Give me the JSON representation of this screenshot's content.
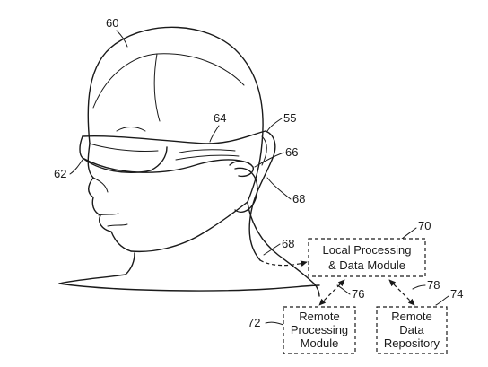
{
  "refs": {
    "head": "60",
    "band": "64",
    "lens": "62",
    "cable_top": "55",
    "earpiece": "66",
    "cable_a": "68",
    "cable_b": "68",
    "local_module": "70",
    "link_remote_processing": "76",
    "link_remote_data": "78",
    "remote_processing": "72",
    "remote_data": "74"
  },
  "boxes": {
    "local": [
      "Local Processing",
      "& Data Module"
    ],
    "remote_processing": [
      "Remote",
      "Processing",
      "Module"
    ],
    "remote_data": [
      "Remote",
      "Data",
      "Repository"
    ]
  }
}
